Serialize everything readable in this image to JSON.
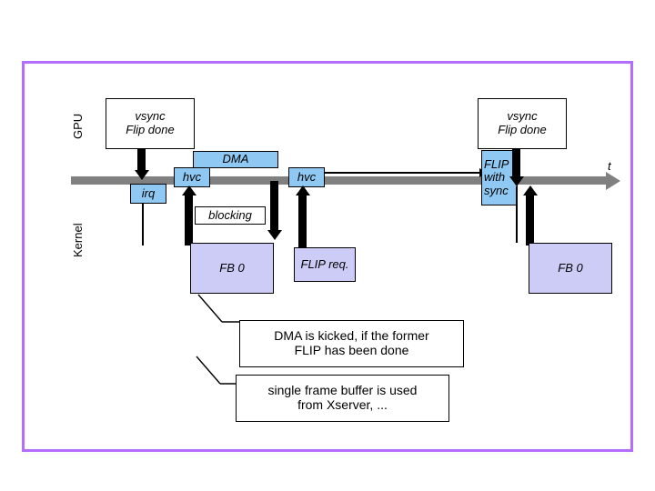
{
  "diagram": {
    "title": "GPU / Kernel FLIP and DMA timing diagram",
    "frame_color": "#b36dff",
    "timeline_color": "#808080",
    "blue_fill": "#8fc8f2",
    "lavender_fill": "#ccccf7",
    "axis_label": "t",
    "lanes": {
      "gpu": "GPU",
      "kernel": "Kernel"
    },
    "gpu_events": [
      {
        "id": "vsync-left",
        "label": "vsync\nFlip done"
      },
      {
        "id": "vsync-right",
        "label": "vsync\nFlip done"
      }
    ],
    "timeline_boxes": [
      {
        "id": "irq",
        "label": "irq"
      },
      {
        "id": "hvc-1",
        "label": "hvc"
      },
      {
        "id": "dma",
        "label": "DMA"
      },
      {
        "id": "hvc-2",
        "label": "hvc"
      },
      {
        "id": "flip-with-sync",
        "label": "FLIP\nwith\nsync"
      }
    ],
    "kernel_boxes": [
      {
        "id": "fb0-left",
        "label": "FB 0"
      },
      {
        "id": "flip-req",
        "label": "FLIP req."
      },
      {
        "id": "fb0-right",
        "label": "FB 0"
      }
    ],
    "annotations": [
      {
        "id": "blocking",
        "label": "blocking"
      }
    ],
    "callouts": [
      {
        "id": "callout-dma",
        "label": "DMA is kicked, if the former\nFLIP has been done"
      },
      {
        "id": "callout-sfb",
        "label": "single frame buffer is used\nfrom Xserver, ..."
      }
    ]
  }
}
